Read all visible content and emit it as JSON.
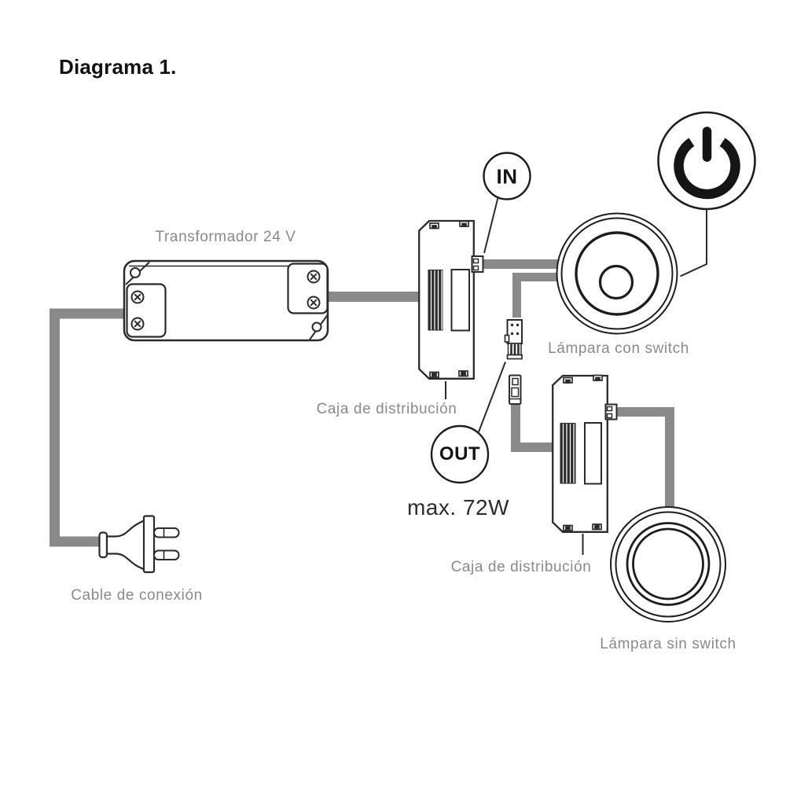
{
  "page": {
    "title": "Diagrama 1."
  },
  "colors": {
    "background": "#ffffff",
    "cable_gray": "#8a8a8a",
    "outline_dark": "#2b2b2b",
    "label_gray": "#8a8a8a",
    "text_black": "#151515"
  },
  "components": {
    "transformer": {
      "label": "Transformador 24 V"
    },
    "connection_cable": {
      "label": "Cable de conexión"
    },
    "distribution_box_top": {
      "label": "Caja de distribución"
    },
    "distribution_box_bottom": {
      "label": "Caja de distribución"
    },
    "lamp_with_switch": {
      "label": "Lámpara con switch"
    },
    "lamp_without_switch": {
      "label": "Lámpara sin switch"
    },
    "in_badge": {
      "label": "IN"
    },
    "out_badge": {
      "label": "OUT"
    },
    "max_power": {
      "label": "max. 72W"
    }
  },
  "icons": {
    "power_icon": "power-symbol",
    "plug_icon": "two-pin-mains-plug",
    "in_icon": "circle-badge",
    "out_icon": "circle-badge"
  }
}
